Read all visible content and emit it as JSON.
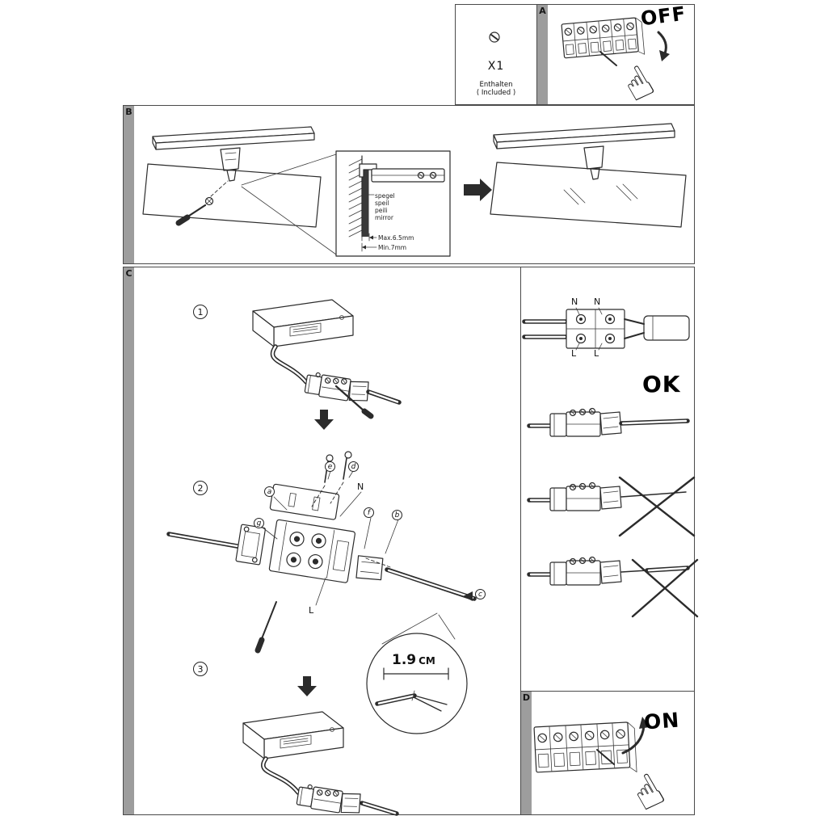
{
  "colors": {
    "line_art": "#2b2b2b",
    "panel_border": "#4a4a4a",
    "tab_background": "#9d9d9d"
  },
  "icons": {
    "pointing_hand": "☝"
  },
  "included_box": {
    "count": "X1",
    "label_de": "Enthalten",
    "label_en": "( Included )"
  },
  "panel_a": {
    "tab": "A",
    "switch_label": "OFF"
  },
  "panel_b": {
    "tab": "B",
    "mirror_words": [
      "spegel",
      "speil",
      "peili",
      "mirror"
    ],
    "dim_max": "Max.6.5mm",
    "dim_min": "Min.7mm"
  },
  "panel_c": {
    "tab": "C",
    "steps": {
      "one": "1",
      "two": "2",
      "three": "3"
    },
    "part_labels": {
      "a": "a",
      "b": "b",
      "c": "c",
      "d": "d",
      "e": "e",
      "f": "f",
      "g": "g"
    },
    "wire_neutral": "N",
    "wire_live": "L",
    "strip_value": "1.9",
    "strip_unit": "CM"
  },
  "wiring_column": {
    "neutral_left": "N",
    "neutral_right": "N",
    "live_left": "L",
    "live_right": "L",
    "ok_label": "OK"
  },
  "panel_d": {
    "tab": "D",
    "switch_label": "ON"
  }
}
